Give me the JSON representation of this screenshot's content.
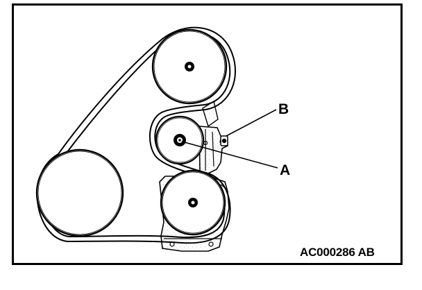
{
  "labels": {
    "b": "B",
    "a": "A",
    "figure_code": "AC000286 AB"
  },
  "colors": {
    "ink": "#000000",
    "paper": "#ffffff",
    "shade": "#e8e8e8"
  }
}
